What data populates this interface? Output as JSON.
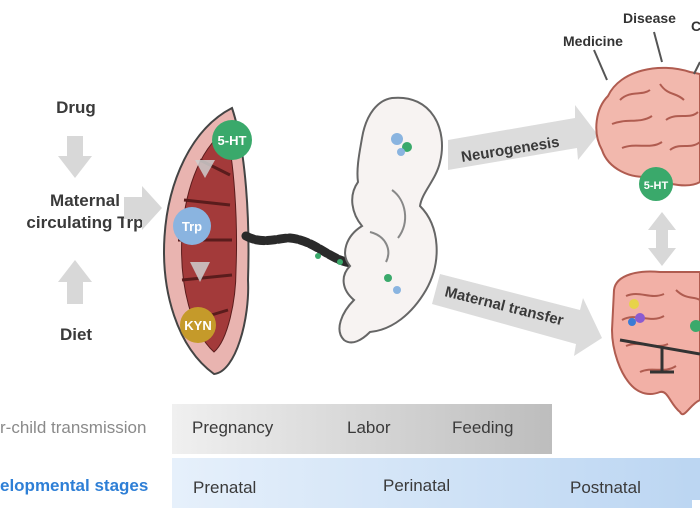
{
  "left": {
    "drug": "Drug",
    "maternal_trp": [
      "Maternal",
      "circulating Trp"
    ],
    "diet": "Diet"
  },
  "placenta": {
    "molecules": {
      "serotonin": "5-HT",
      "tryptophan": "Trp",
      "kynurenine": "KYN"
    }
  },
  "arrows": {
    "neurogenesis": "Neurogenesis",
    "maternal_transfer": "Maternal transfer"
  },
  "brain": {
    "labels": {
      "medicine": "Medicine",
      "disease": "Disease",
      "cut_off": "C"
    },
    "molecule": "5-HT"
  },
  "bottom": {
    "transmission": {
      "label": "r-child transmission",
      "items": [
        "Pregnancy",
        "Labor",
        "Feeding"
      ]
    },
    "stages": {
      "label": "elopmental stages",
      "items": [
        "Prenatal",
        "Perinatal",
        "Postnatal"
      ]
    }
  },
  "colors": {
    "green_molecule": "#3aa96b",
    "blue_molecule": "#8ab4e0",
    "gold_molecule": "#c59a2a",
    "arrow_gray": "#d8d8d8",
    "stages_blue": "#2e7fd6",
    "placenta_red": "#b84848"
  }
}
